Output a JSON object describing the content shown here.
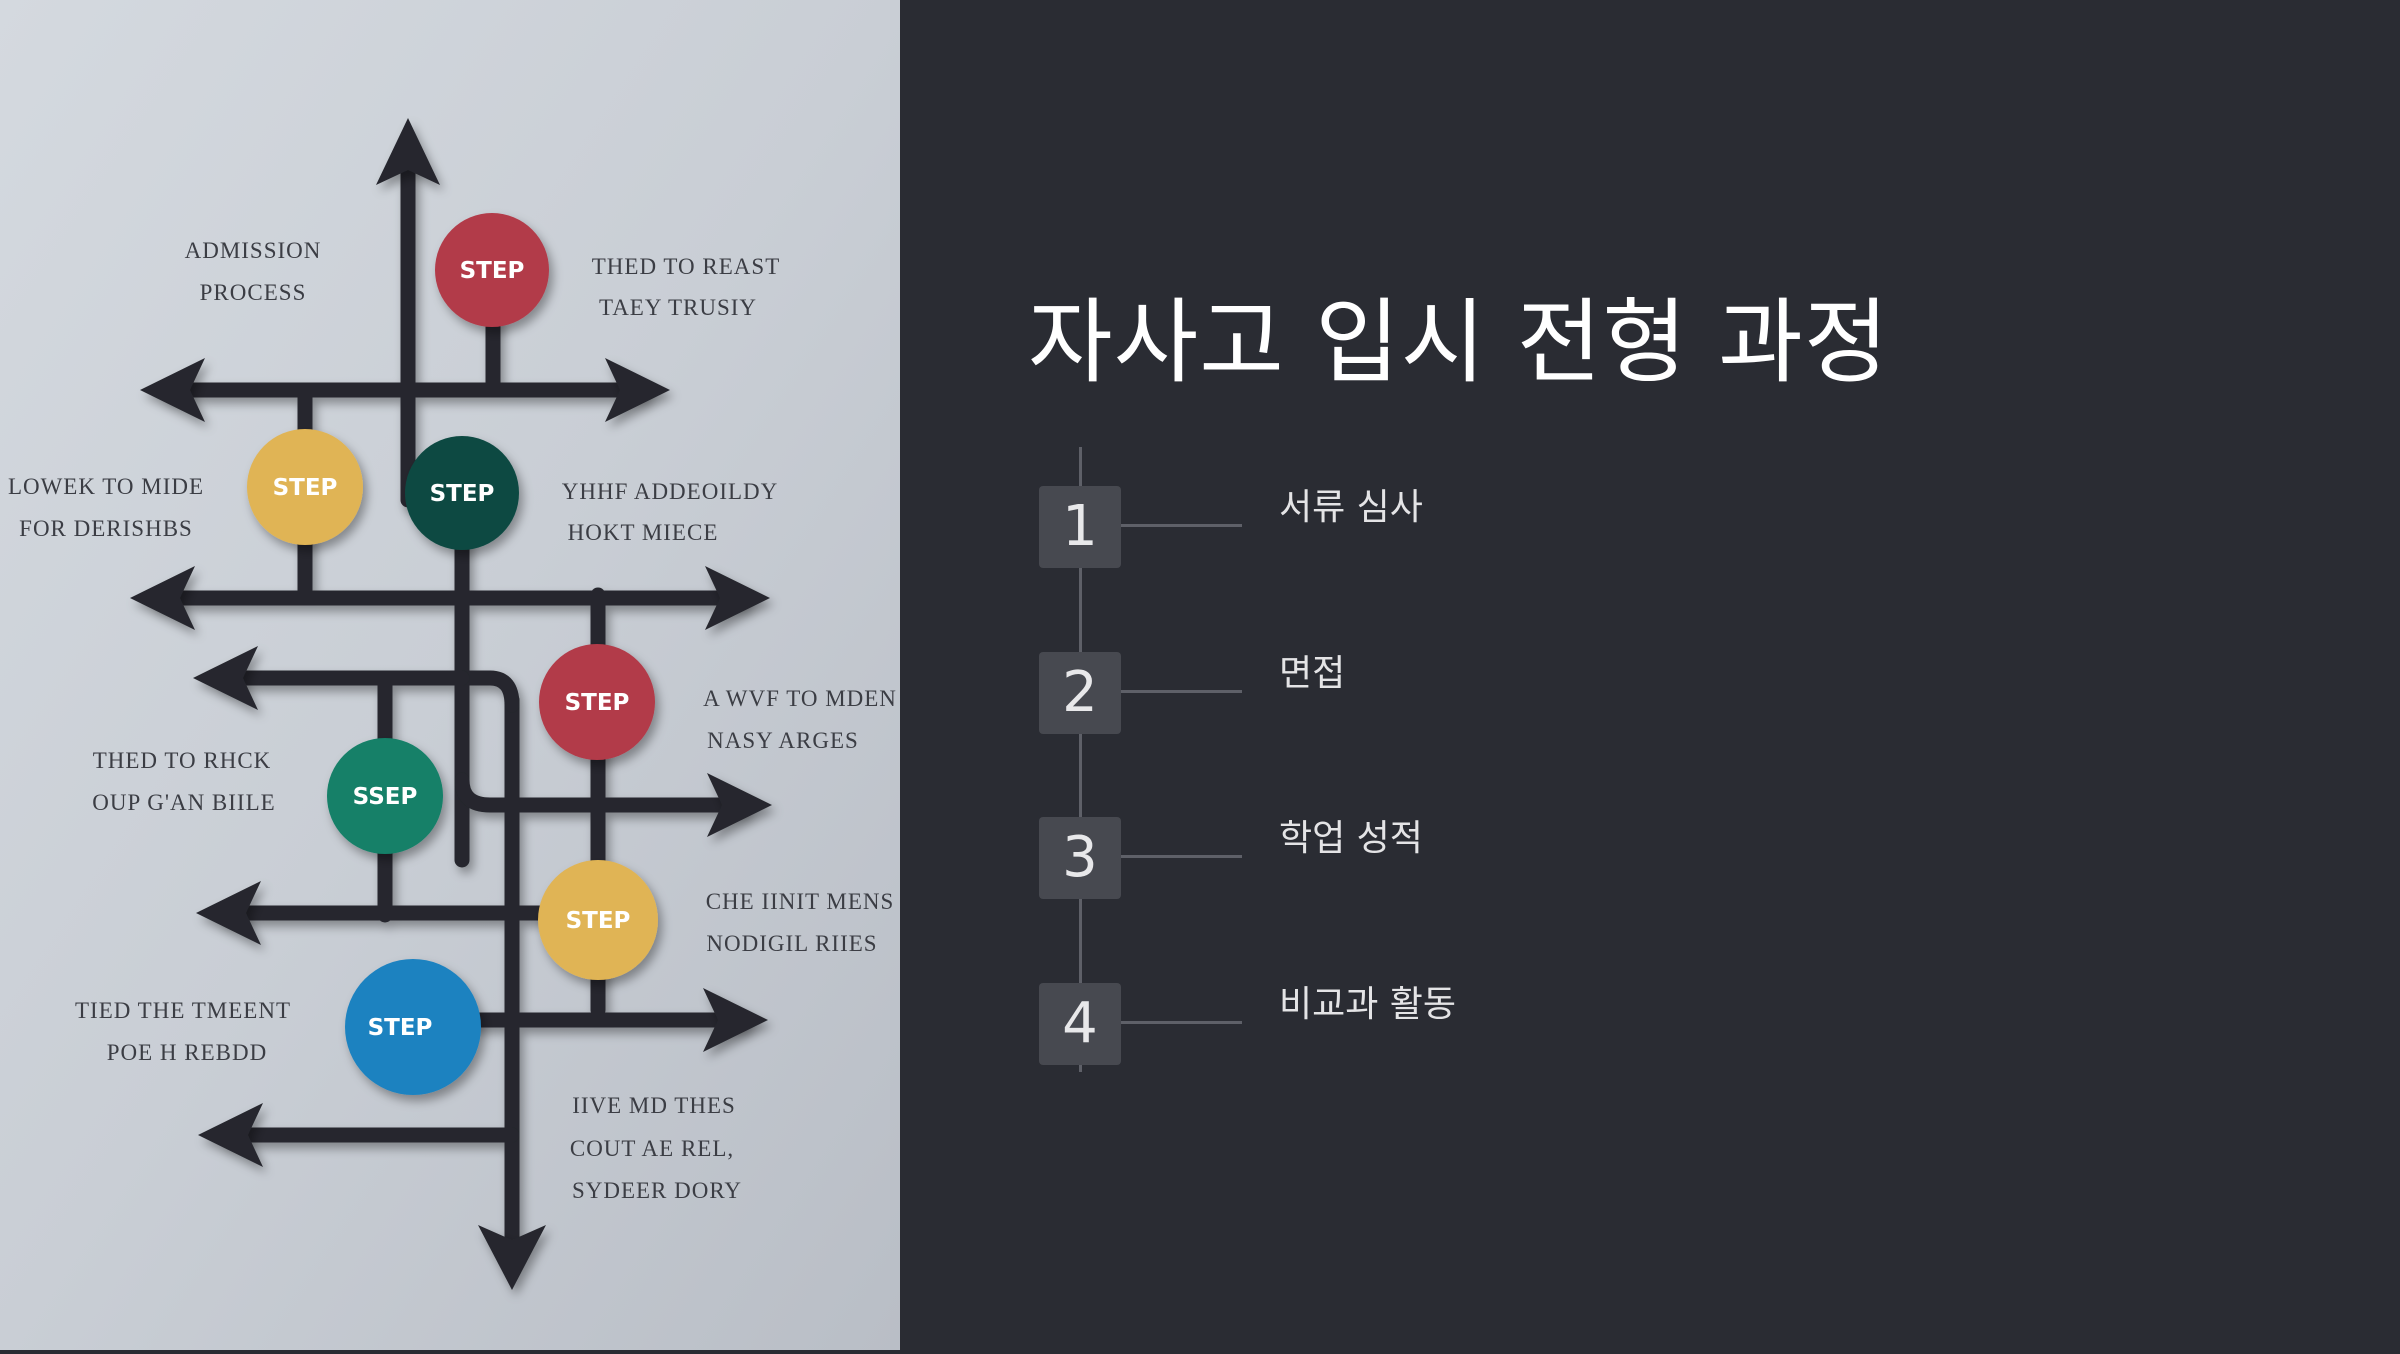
{
  "slide": {
    "title": "자사고 입시 전형 과정",
    "steps": [
      {
        "number": "1",
        "label": "서류 심사"
      },
      {
        "number": "2",
        "label": "면접"
      },
      {
        "number": "3",
        "label": "학업 성적"
      },
      {
        "number": "4",
        "label": "비교과 활동"
      }
    ]
  },
  "illustration": {
    "labels": [
      {
        "line1": "ADMISSION",
        "line2": "PROCESS"
      },
      {
        "line1": "THED TO REAST",
        "line2": "TAEY TRUSIY"
      },
      {
        "line1": "LOWEK TO MIDE",
        "line2": "FOR DERISHBS"
      },
      {
        "line1": "YHHF ADDEOILDY",
        "line2": "HOKT MIECE"
      },
      {
        "line1": "A WVF TO MDEN",
        "line2": "NASY ARGES"
      },
      {
        "line1": "THED TO RHCK",
        "line2": "OUP G'AN BIILE"
      },
      {
        "line1": "CHE IINIT MENS",
        "line2": "NODIGIL RIIES"
      },
      {
        "line1": "TIED THE TMEENT",
        "line2": "POE H REBDD"
      },
      {
        "line1": "IIVE MD THES",
        "line2": "COUT AE REL,",
        "line3": "SYDEER DORY"
      }
    ],
    "markers": [
      {
        "text": "STEP",
        "color": "#b23a48"
      },
      {
        "text": "STEP",
        "color": "#e0b455"
      },
      {
        "text": "STEP",
        "color": "#0d4a42"
      },
      {
        "text": "STEP",
        "color": "#b23a48"
      },
      {
        "text": "SSEP",
        "color": "#138068"
      },
      {
        "text": "STEP",
        "color": "#e0b455"
      },
      {
        "text": "STEP",
        "color": "#1c82c0"
      }
    ]
  },
  "colors": {
    "background": "#2a2c33",
    "title": "#ffffff",
    "box": "#474950",
    "line": "#5e6068",
    "arrow": "#25272d"
  }
}
